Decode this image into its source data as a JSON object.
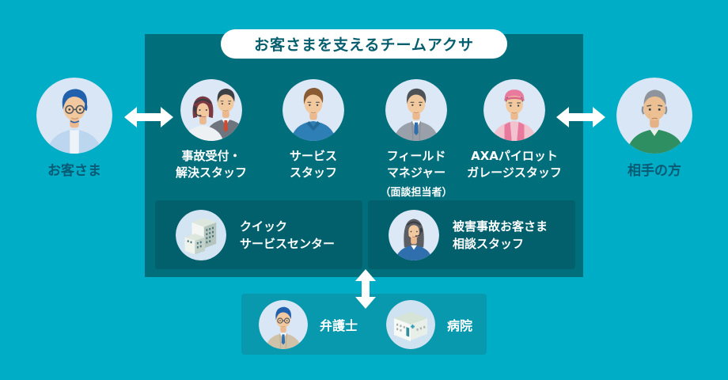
{
  "colors": {
    "background": "#00adc6",
    "panel": "#016e7b",
    "sub_box": "#02606d",
    "bottom_box": "#0899ae",
    "pill_bg": "#ffffff",
    "pill_text": "#045e6d",
    "side_label_text": "#0a5a74",
    "panel_label_text": "#ffffff",
    "arrow": "#ffffff",
    "avatar_bg": "#d9e6f5"
  },
  "title": "お客さまを支えるチームアクサ",
  "left_party": {
    "label": "お客さま",
    "icon": "customer-man-avatar"
  },
  "right_party": {
    "label": "相手の方",
    "icon": "other-party-man-avatar"
  },
  "team": {
    "staff": [
      {
        "label_lines": [
          "事故受付・",
          "解決スタッフ"
        ],
        "icon": "operator-and-suit-man-avatar"
      },
      {
        "label_lines": [
          "サービス",
          "スタッフ"
        ],
        "icon": "service-staff-man-avatar"
      },
      {
        "label_lines": [
          "フィールド",
          "マネジャー"
        ],
        "note": "（面談担当者）",
        "icon": "field-manager-man-avatar"
      },
      {
        "label_lines": [
          "AXAパイロット",
          "ガレージスタッフ"
        ],
        "icon": "garage-mechanic-avatar"
      }
    ],
    "facilities": [
      {
        "label_lines": [
          "クイック",
          "サービスセンター"
        ],
        "icon": "office-buildings-icon"
      },
      {
        "label_lines": [
          "被害事故お客さま",
          "相談スタッフ"
        ],
        "icon": "consultation-woman-avatar"
      }
    ]
  },
  "external": {
    "items": [
      {
        "label": "弁護士",
        "icon": "lawyer-man-avatar"
      },
      {
        "label": "病院",
        "icon": "hospital-building-icon"
      }
    ]
  }
}
